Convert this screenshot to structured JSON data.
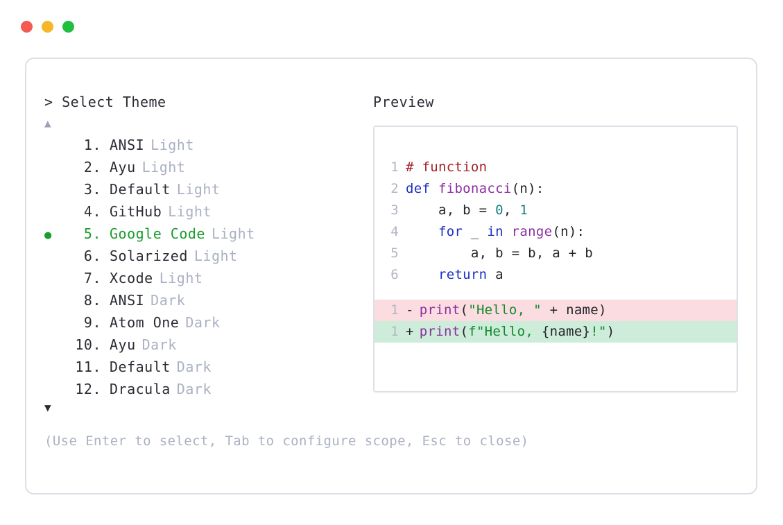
{
  "window": {
    "traffic_lights": [
      {
        "name": "close",
        "color": "#f45a52"
      },
      {
        "name": "minimize",
        "color": "#f5b726"
      },
      {
        "name": "maximize",
        "color": "#21bf3d"
      }
    ]
  },
  "picker": {
    "prompt": "> Select Theme",
    "scroll_up_icon": "▲",
    "scroll_down_icon": "▼",
    "selected_index": 5,
    "selected_bullet": "●",
    "items": [
      {
        "index": "1.",
        "name": "ANSI",
        "variant": "Light",
        "selected": false
      },
      {
        "index": "2.",
        "name": "Ayu",
        "variant": "Light",
        "selected": false
      },
      {
        "index": "3.",
        "name": "Default",
        "variant": "Light",
        "selected": false
      },
      {
        "index": "4.",
        "name": "GitHub",
        "variant": "Light",
        "selected": false
      },
      {
        "index": "5.",
        "name": "Google Code",
        "variant": "Light",
        "selected": true
      },
      {
        "index": "6.",
        "name": "Solarized",
        "variant": "Light",
        "selected": false
      },
      {
        "index": "7.",
        "name": "Xcode",
        "variant": "Light",
        "selected": false
      },
      {
        "index": "8.",
        "name": "ANSI",
        "variant": "Dark",
        "selected": false
      },
      {
        "index": "9.",
        "name": "Atom One",
        "variant": "Dark",
        "selected": false
      },
      {
        "index": "10.",
        "name": "Ayu",
        "variant": "Dark",
        "selected": false
      },
      {
        "index": "11.",
        "name": "Default",
        "variant": "Dark",
        "selected": false
      },
      {
        "index": "12.",
        "name": "Dracula",
        "variant": "Dark",
        "selected": false
      }
    ],
    "help": "(Use Enter to select, Tab to configure scope, Esc to close)"
  },
  "preview": {
    "label": "Preview",
    "code_lines": [
      {
        "no": "1",
        "tokens": [
          {
            "t": "# function",
            "c": "comment"
          }
        ]
      },
      {
        "no": "2",
        "tokens": [
          {
            "t": "def ",
            "c": "kw"
          },
          {
            "t": "fibonacci",
            "c": "fn"
          },
          {
            "t": "(n):",
            "c": "plain"
          }
        ]
      },
      {
        "no": "3",
        "tokens": [
          {
            "t": "    a, b = ",
            "c": "plain"
          },
          {
            "t": "0",
            "c": "num"
          },
          {
            "t": ", ",
            "c": "plain"
          },
          {
            "t": "1",
            "c": "num"
          }
        ]
      },
      {
        "no": "4",
        "tokens": [
          {
            "t": "    ",
            "c": "plain"
          },
          {
            "t": "for",
            "c": "kw"
          },
          {
            "t": " _ ",
            "c": "plain"
          },
          {
            "t": "in",
            "c": "kw"
          },
          {
            "t": " ",
            "c": "plain"
          },
          {
            "t": "range",
            "c": "fn"
          },
          {
            "t": "(n):",
            "c": "plain"
          }
        ]
      },
      {
        "no": "5",
        "tokens": [
          {
            "t": "        a, b = b, a + b",
            "c": "plain"
          }
        ]
      },
      {
        "no": "6",
        "tokens": [
          {
            "t": "    ",
            "c": "plain"
          },
          {
            "t": "return",
            "c": "kw"
          },
          {
            "t": " a",
            "c": "plain"
          }
        ]
      }
    ],
    "diff_lines": [
      {
        "no": "1",
        "mark": "-",
        "kind": "del",
        "bg": "#fbdce0",
        "tokens": [
          {
            "t": "print",
            "c": "fn"
          },
          {
            "t": "(",
            "c": "plain"
          },
          {
            "t": "\"Hello, \"",
            "c": "str"
          },
          {
            "t": " + name)",
            "c": "plain"
          }
        ]
      },
      {
        "no": "1",
        "mark": "+",
        "kind": "add",
        "bg": "#cdecd9",
        "tokens": [
          {
            "t": "print",
            "c": "fn"
          },
          {
            "t": "(",
            "c": "plain"
          },
          {
            "t": "f\"Hello, ",
            "c": "str"
          },
          {
            "t": "{name}",
            "c": "plain"
          },
          {
            "t": "!\"",
            "c": "str"
          },
          {
            "t": ")",
            "c": "plain"
          }
        ]
      }
    ]
  },
  "colors": {
    "accent_green": "#1a9c2e",
    "muted": "#aab1c2",
    "text": "#2a2d34",
    "border": "#dcdfe6",
    "comment": "#a12127",
    "keyword": "#1d2fc0",
    "function": "#8b2fa0",
    "number": "#177f7f",
    "string": "#128a2e",
    "diff_del_bg": "#fbdce0",
    "diff_add_bg": "#cdecd9"
  }
}
